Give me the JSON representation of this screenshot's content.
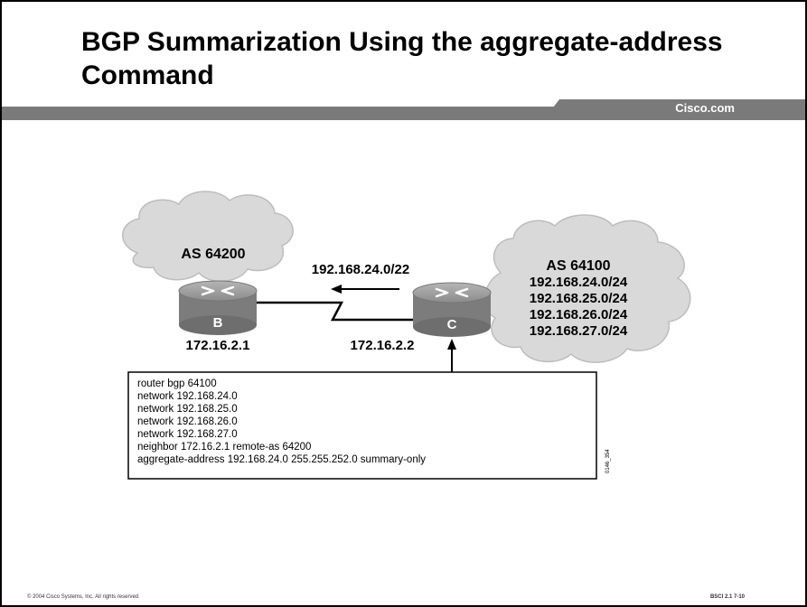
{
  "slide": {
    "title": "BGP Summarization Using the aggregate-address Command",
    "brand": "Cisco.com"
  },
  "diagram": {
    "as_left": "AS 64200",
    "as_right": "AS 64100",
    "summary_route": "192.168.24.0/22",
    "router_b": {
      "label": "B",
      "address": "172.16.2.1"
    },
    "router_c": {
      "label": "C",
      "address": "172.16.2.2"
    },
    "networks": [
      "192.168.24.0/24",
      "192.168.25.0/24",
      "192.168.26.0/24",
      "192.168.27.0/24"
    ],
    "config_lines": [
      "router bgp 64100",
      "network 192.168.24.0",
      "network 192.168.25.0",
      "network 192.168.26.0",
      "network 192.168.27.0",
      "neighbor 172.16.2.1 remote-as 64200",
      "aggregate-address 192.168.24.0 255.255.252.0 summary-only"
    ],
    "figure_id": "0146_354"
  },
  "footer": {
    "copyright": "© 2004 Cisco Systems, Inc. All rights reserved.",
    "course": "BSCI 2.1    7-10"
  },
  "colors": {
    "cloud": "#d9d9d9",
    "router": "#8a8a8a",
    "bar": "#7a7a7a"
  }
}
